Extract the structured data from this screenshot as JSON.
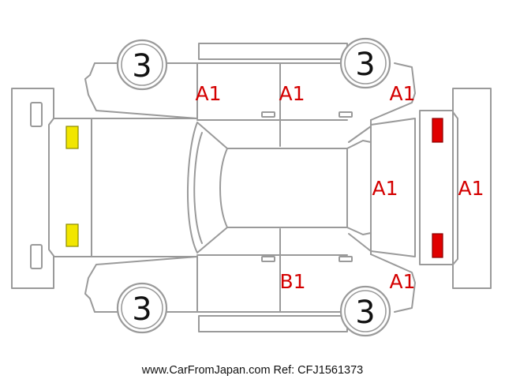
{
  "diagram": {
    "annotation_color": "#d40000",
    "front_lamp_color": "#f2e600",
    "rear_lamp_color": "#e00000",
    "wheels": [
      {
        "id": "front-left",
        "value": "3"
      },
      {
        "id": "rear-left",
        "value": "3"
      },
      {
        "id": "front-right",
        "value": "3"
      },
      {
        "id": "rear-right",
        "value": "3"
      }
    ],
    "damage_codes": [
      {
        "id": "left-front-door",
        "code": "A1"
      },
      {
        "id": "left-rear-door",
        "code": "A1"
      },
      {
        "id": "left-rear-quarter",
        "code": "A1"
      },
      {
        "id": "rear-hatch",
        "code": "A1"
      },
      {
        "id": "rear-bumper",
        "code": "A1"
      },
      {
        "id": "right-rear-door",
        "code": "B1"
      },
      {
        "id": "right-rear-quarter",
        "code": "A1"
      }
    ]
  },
  "footer": {
    "text": "www.CarFromJapan.com Ref: CFJ1561373"
  }
}
